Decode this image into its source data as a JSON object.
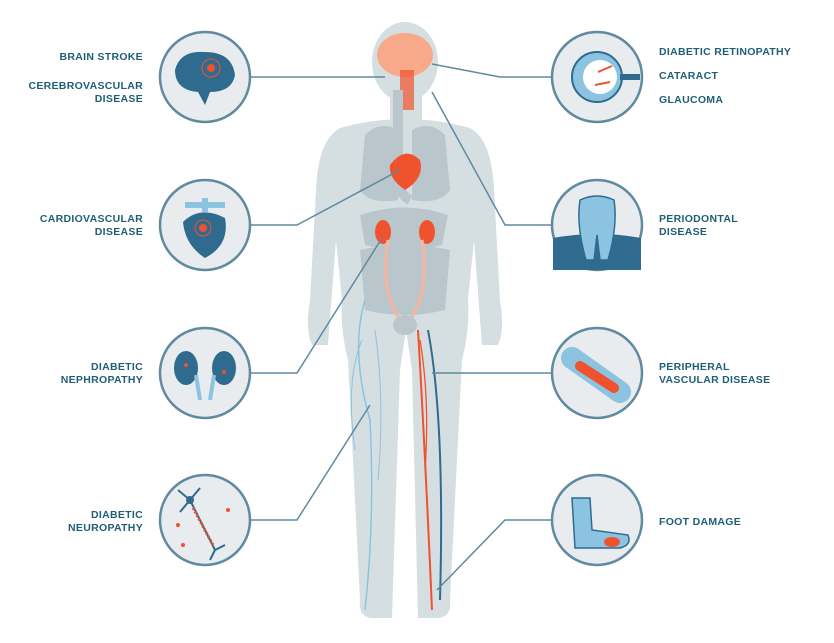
{
  "colors": {
    "text": "#1f5f75",
    "circle_fill": "#e8ecee",
    "circle_stroke": "#5f8aa0",
    "body": "#d5dfe2",
    "organ": "#b9c7cc",
    "accent": "#f0522d",
    "blue": "#2f6b8f",
    "light_blue": "#8cc3e0",
    "brain": "#f7a98a"
  },
  "labels": {
    "brain_stroke": "BRAIN STROKE",
    "cerebro_1": "CEREBROVASCULAR",
    "cerebro_2": "DISEASE",
    "cardio_1": "CARDIOVASCULAR",
    "cardio_2": "DISEASE",
    "nephro_1": "DIABETIC",
    "nephro_2": "NEPHROPATHY",
    "neuro_1": "DIABETIC",
    "neuro_2": "NEUROPATHY",
    "retinopathy": "DIABETIC RETINOPATHY",
    "cataract": "CATARACT",
    "glaucoma": "GLAUCOMA",
    "perio_1": "PERIODONTAL",
    "perio_2": "DISEASE",
    "pvd_1": "PERIPHERAL",
    "pvd_2": "VASCULAR DISEASE",
    "foot": "FOOT DAMAGE"
  }
}
